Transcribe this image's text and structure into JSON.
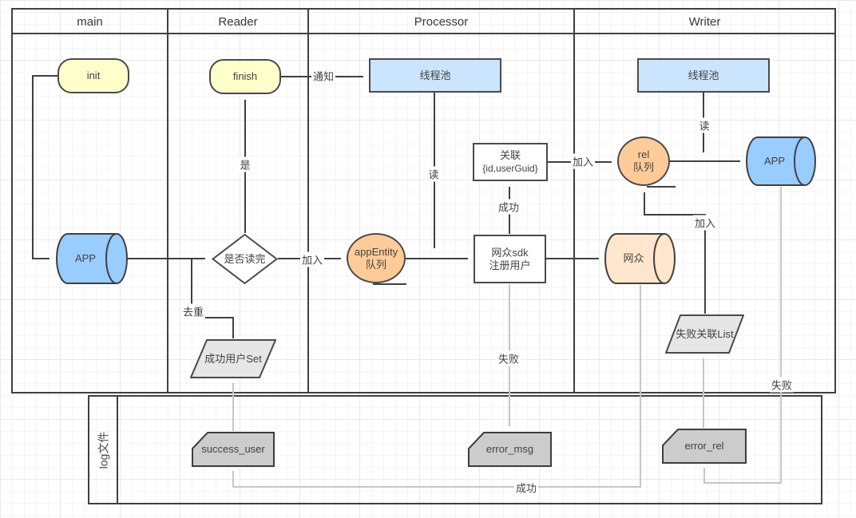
{
  "header": {
    "lanes": [
      "main",
      "Reader",
      "Processor",
      "Writer"
    ],
    "log_lane": "log文件"
  },
  "nodes": {
    "init": "init",
    "finish": "finish",
    "read_done_q": "是否读完",
    "success_user_set": "成功用户Set",
    "thread_pool_processor": "线程池",
    "thread_pool_writer": "线程池",
    "assoc": {
      "line1": "关联",
      "line2": "{id,userGuid}"
    },
    "app_entity_queue": {
      "line1": "appEntity",
      "line2": "队列"
    },
    "wz_sdk_register": {
      "line1": "网众sdk",
      "line2": "注册用户"
    },
    "rel_queue": {
      "line1": "rel",
      "line2": "队列"
    },
    "app_db_main": "APP",
    "app_db_writer": "APP",
    "wz_db": "网众",
    "fail_assoc_list": "失败关联List",
    "log_success_user": "success_user",
    "log_error_msg": "error_msg",
    "log_error_rel": "error_rel"
  },
  "edge_labels": {
    "notify": "通知",
    "yes": "是",
    "dedupe": "去重",
    "join_app_entity": "加入",
    "read_processor": "读",
    "success_to_assoc": "成功",
    "join_rel": "加入",
    "read_writer": "读",
    "join_fail_list": "加入",
    "fail_to_error_msg": "失败",
    "fail_to_error_rel": "失败",
    "success_to_log": "成功"
  },
  "colors": {
    "accent_yellow": "#FFFFCC",
    "accent_blue_light": "#CCE5FF",
    "accent_blue": "#99CCFF",
    "accent_orange": "#FFCC99",
    "accent_orange_light": "#FFE6CC",
    "shape_gray": "#CCCCCC",
    "shape_gray_light": "#E6E6E6",
    "stroke_dark": "#404040",
    "stroke_gray": "#C6C6C6"
  }
}
